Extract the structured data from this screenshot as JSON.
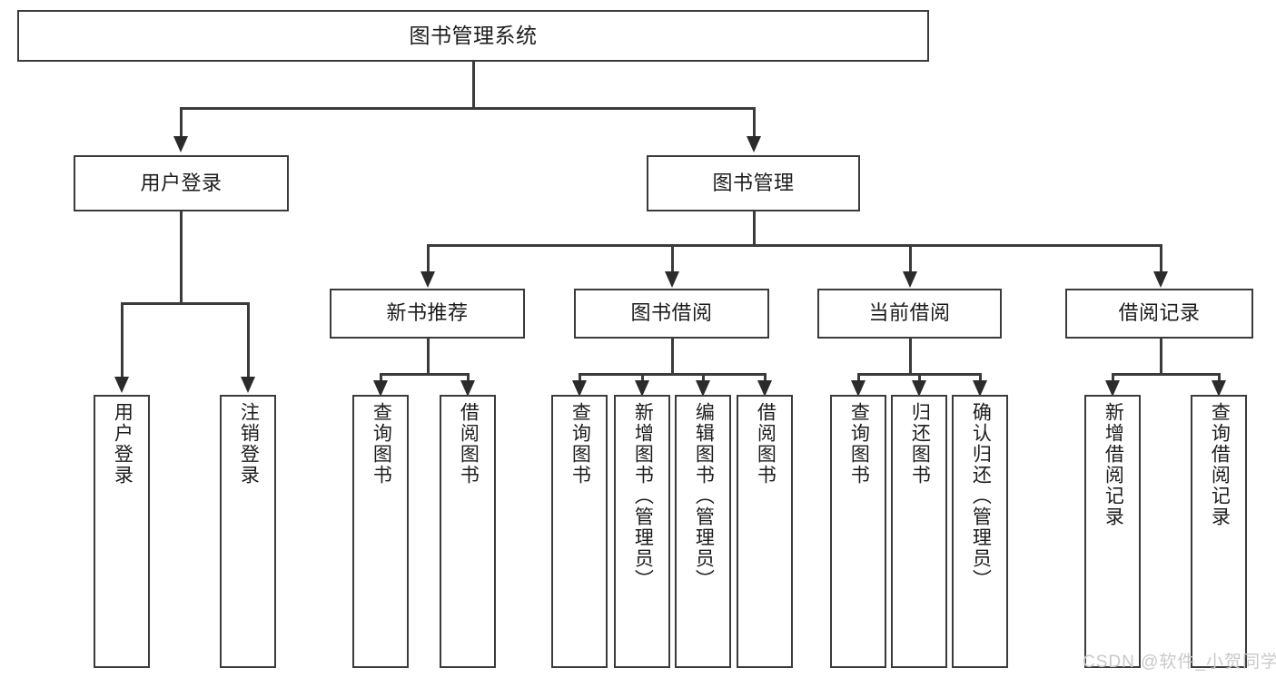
{
  "diagram": {
    "type": "tree-hierarchy-chart",
    "title": "图书管理系统",
    "watermark": "CSDN @软件_小贺同学",
    "colors": {
      "stroke": "#3b3b3b",
      "arrow": "#2b2b2b",
      "box_fill": "#ffffff",
      "text": "#1c1c1c",
      "watermark": "#c9c9c9",
      "background": "#ffffff"
    },
    "levels": {
      "root": {
        "label": "图书管理系统"
      },
      "level1": [
        {
          "label": "用户登录"
        },
        {
          "label": "图书管理"
        }
      ],
      "level2": [
        {
          "label": "新书推荐",
          "parent": "图书管理"
        },
        {
          "label": "图书借阅",
          "parent": "图书管理"
        },
        {
          "label": "当前借阅",
          "parent": "图书管理"
        },
        {
          "label": "借阅记录",
          "parent": "图书管理"
        }
      ],
      "leaves": [
        {
          "label": "用户登录",
          "parent": "用户登录"
        },
        {
          "label": "注销登录",
          "parent": "用户登录"
        },
        {
          "label": "查询图书",
          "parent": "新书推荐"
        },
        {
          "label": "借阅图书",
          "parent": "新书推荐"
        },
        {
          "label": "查询图书",
          "parent": "图书借阅"
        },
        {
          "label": "新增图书（管理员）",
          "parent": "图书借阅"
        },
        {
          "label": "编辑图书（管理员）",
          "parent": "图书借阅"
        },
        {
          "label": "借阅图书",
          "parent": "图书借阅"
        },
        {
          "label": "查询图书",
          "parent": "当前借阅"
        },
        {
          "label": "归还图书",
          "parent": "当前借阅"
        },
        {
          "label": "确认归还（管理员）",
          "parent": "当前借阅"
        },
        {
          "label": "新增借阅记录",
          "parent": "借阅记录"
        },
        {
          "label": "查询借阅记录",
          "parent": "借阅记录"
        }
      ]
    }
  }
}
